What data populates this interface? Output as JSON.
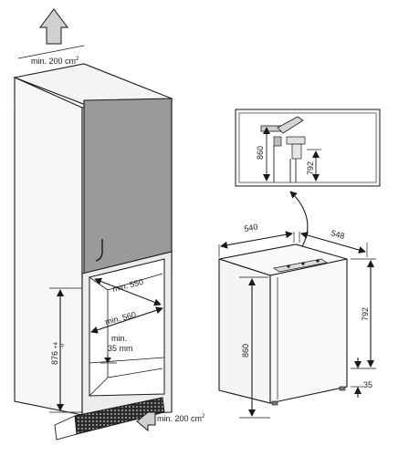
{
  "labels": {
    "vent_top": "min. 200 cm",
    "vent_top_sup": "2",
    "vent_bottom": "min. 200 cm",
    "vent_bottom_sup": "2",
    "min_550": "min. 550",
    "min_560": "min. 560",
    "min_35_line1": "min.",
    "min_35_line2": "35 mm",
    "dim_876": "876",
    "dim_876_tol_plus": "+4",
    "dim_876_tol_minus": "-0",
    "dim_540": "540",
    "dim_548": "548",
    "dim_792": "792",
    "dim_860": "860",
    "dim_35": "35",
    "detail_860": "860",
    "detail_792": "792"
  },
  "colors": {
    "door": "#9a9a9a",
    "cabinet_front": "#ececec",
    "cabinet_side": "#f7f7f7",
    "line": "#1a1a1a",
    "arrow_fill": "#d9d9d9",
    "plinth": "#222222"
  }
}
